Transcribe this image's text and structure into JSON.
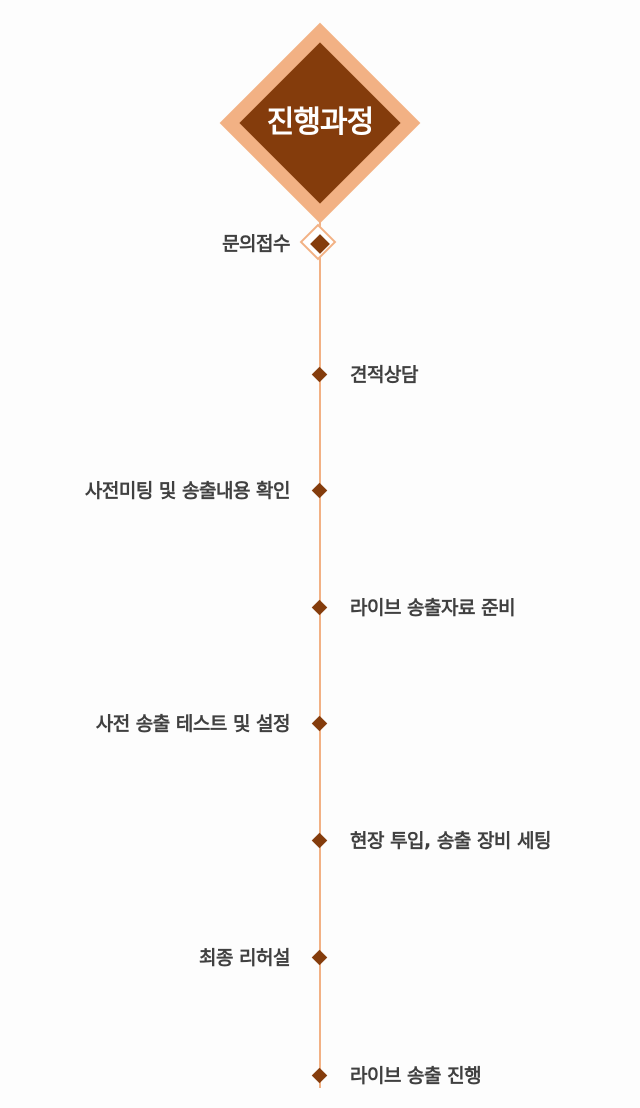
{
  "title": "진행과정",
  "steps": [
    {
      "label": "문의접수"
    },
    {
      "label": "견적상담"
    },
    {
      "label": "사전미팅 및 송출내용 확인"
    },
    {
      "label": "라이브 송출자료 준비"
    },
    {
      "label": "사전 송출 테스트 및 설정"
    },
    {
      "label": "현장 투입, 송출 장비 세팅"
    },
    {
      "label": "최종 리허설"
    },
    {
      "label": "라이브 송출 진행"
    }
  ],
  "colors": {
    "accent_dark": "#843c0c",
    "accent_light": "#f2b184",
    "text": "#404040"
  }
}
